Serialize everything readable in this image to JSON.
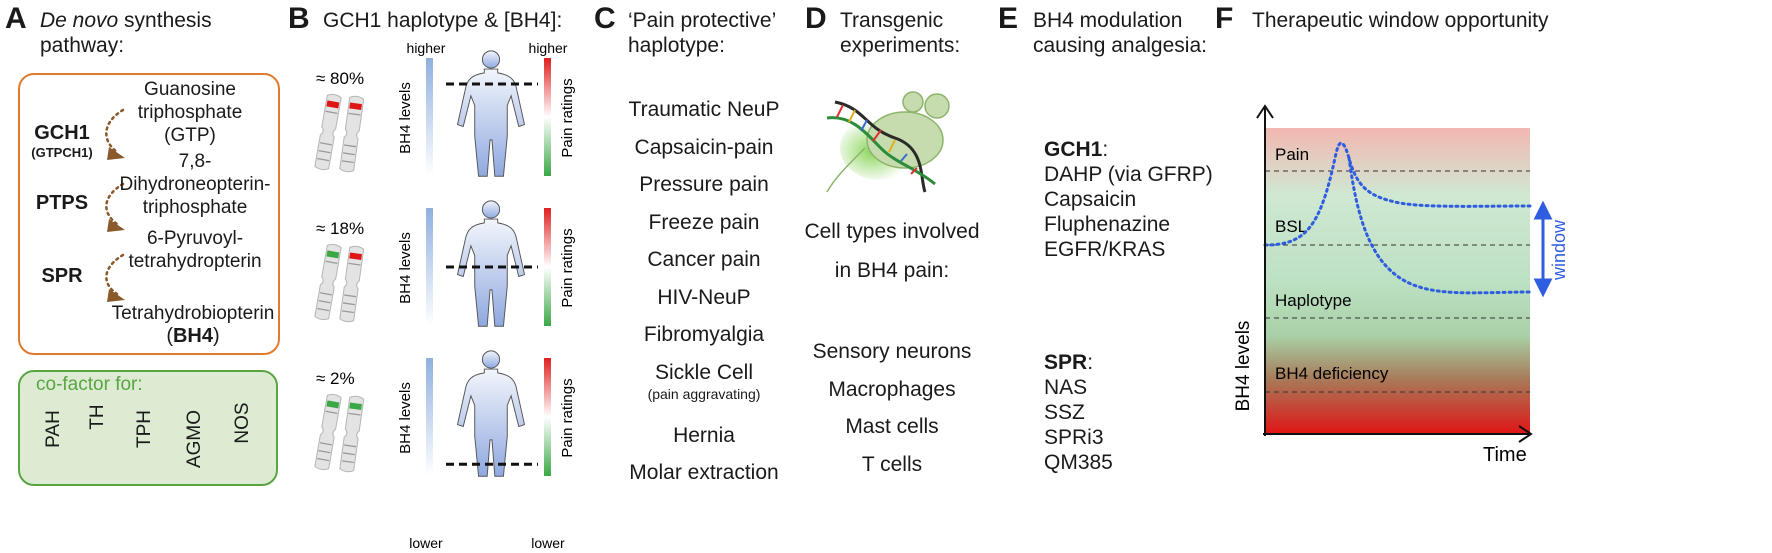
{
  "panel_a": {
    "label": "A",
    "title_italic": "De novo",
    "title_rest": " synthesis",
    "title_line2": "pathway:",
    "enzymes": [
      {
        "name": "GCH1",
        "sub": "(GTPCH1)"
      },
      {
        "name": "PTPS",
        "sub": ""
      },
      {
        "name": "SPR",
        "sub": ""
      }
    ],
    "gtp": [
      "Guanosine",
      "triphosphate",
      "(GTP)"
    ],
    "dhnp": [
      "7,8-",
      "Dihydroneopterin-",
      "triphosphate"
    ],
    "ppt": [
      "6-Pyruvoyl-",
      "tetrahydropterin"
    ],
    "bh4_line1": "Tetrahydrobiopterin",
    "bh4_open": "(",
    "bh4_bold": "BH4",
    "bh4_close": ")",
    "cofactor_label": "co-factor for:",
    "cofactors": [
      "PAH",
      "TH",
      "TPH",
      "AGMO",
      "NOS"
    ],
    "colors": {
      "box_border": "#e07b2e",
      "green_border": "#5aa543",
      "green_fill": "#dcebd2",
      "arrow": "#8b5a2b"
    }
  },
  "panel_b": {
    "label": "B",
    "title": "GCH1 haplotype & [BH4]:",
    "higher": "higher",
    "lower": "lower",
    "bh4_axis": "BH4 levels",
    "pain_axis": "Pain ratings",
    "rows": [
      {
        "percent": "≈ 80%",
        "chrom": [
          "red",
          "red"
        ],
        "level": 0.78
      },
      {
        "percent": "≈ 18%",
        "chrom": [
          "green",
          "red"
        ],
        "level": 0.5
      },
      {
        "percent": "≈ 2%",
        "chrom": [
          "green",
          "green"
        ],
        "level": 0.1
      }
    ]
  },
  "panel_c": {
    "label": "C",
    "title": [
      "‘Pain protective’",
      "haplotype:"
    ],
    "items": [
      "Traumatic NeuP",
      "Capsaicin-pain",
      "Pressure pain",
      "Freeze pain",
      "Cancer pain",
      "HIV-NeuP",
      "Fibromyalgia",
      "Sickle Cell",
      "Hernia",
      "Molar extraction"
    ],
    "sickle_note": "(pain aggravating)"
  },
  "panel_d": {
    "label": "D",
    "title": [
      "Transgenic",
      "experiments:"
    ],
    "cell_types_title": [
      "Cell types involved",
      "in BH4 pain:"
    ],
    "cells": [
      "Sensory neurons",
      "Macrophages",
      "Mast cells",
      "T cells"
    ]
  },
  "panel_e": {
    "label": "E",
    "title": [
      "BH4 modulation",
      "causing analgesia:"
    ],
    "gch1_head": "GCH1",
    "gch1_items": [
      "DAHP (via GFRP)",
      "Capsaicin",
      "Fluphenazine",
      "EGFR/KRAS"
    ],
    "spr_head": "SPR",
    "spr_items": [
      "NAS",
      "SSZ",
      "SPRi3",
      "QM385"
    ]
  },
  "panel_f": {
    "label": "F",
    "title": "Therapeutic window opportunity",
    "ylabel": "BH4 levels",
    "xlabel": "Time",
    "bands": [
      "Pain",
      "BSL",
      "Haplotype",
      "BH4 deficiency"
    ],
    "window_label": "window",
    "colors": {
      "curve": "#2f5de0",
      "arrow": "#2f5de0"
    }
  }
}
